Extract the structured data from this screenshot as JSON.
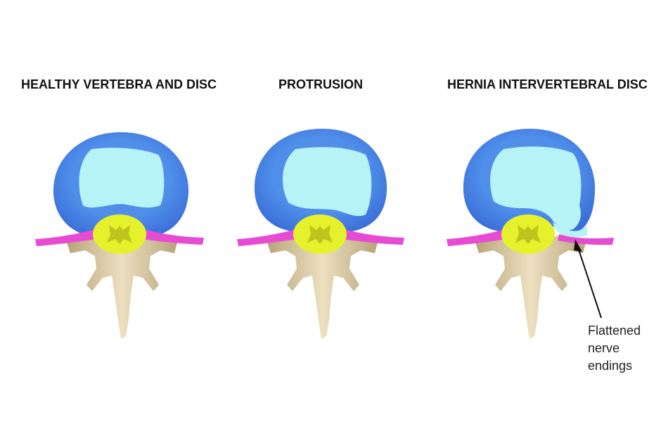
{
  "panels": [
    {
      "title": "HEALTHY VERTEBRA AND DISC"
    },
    {
      "title": "PROTRUSION"
    },
    {
      "title": "HERNIA INTERVERTEBRAL DISC"
    }
  ],
  "annotation": {
    "lines": [
      "Flattened",
      "nerve",
      "endings"
    ]
  },
  "colors": {
    "annulus": "#5a93ea",
    "nucleus": "#b6f3f7",
    "nerve": "#e84bd3",
    "spinal_cord": "#e5f12a",
    "bone": "#cfbc93",
    "bone_highlight": "#ece0c0",
    "arrow": "#111111"
  }
}
